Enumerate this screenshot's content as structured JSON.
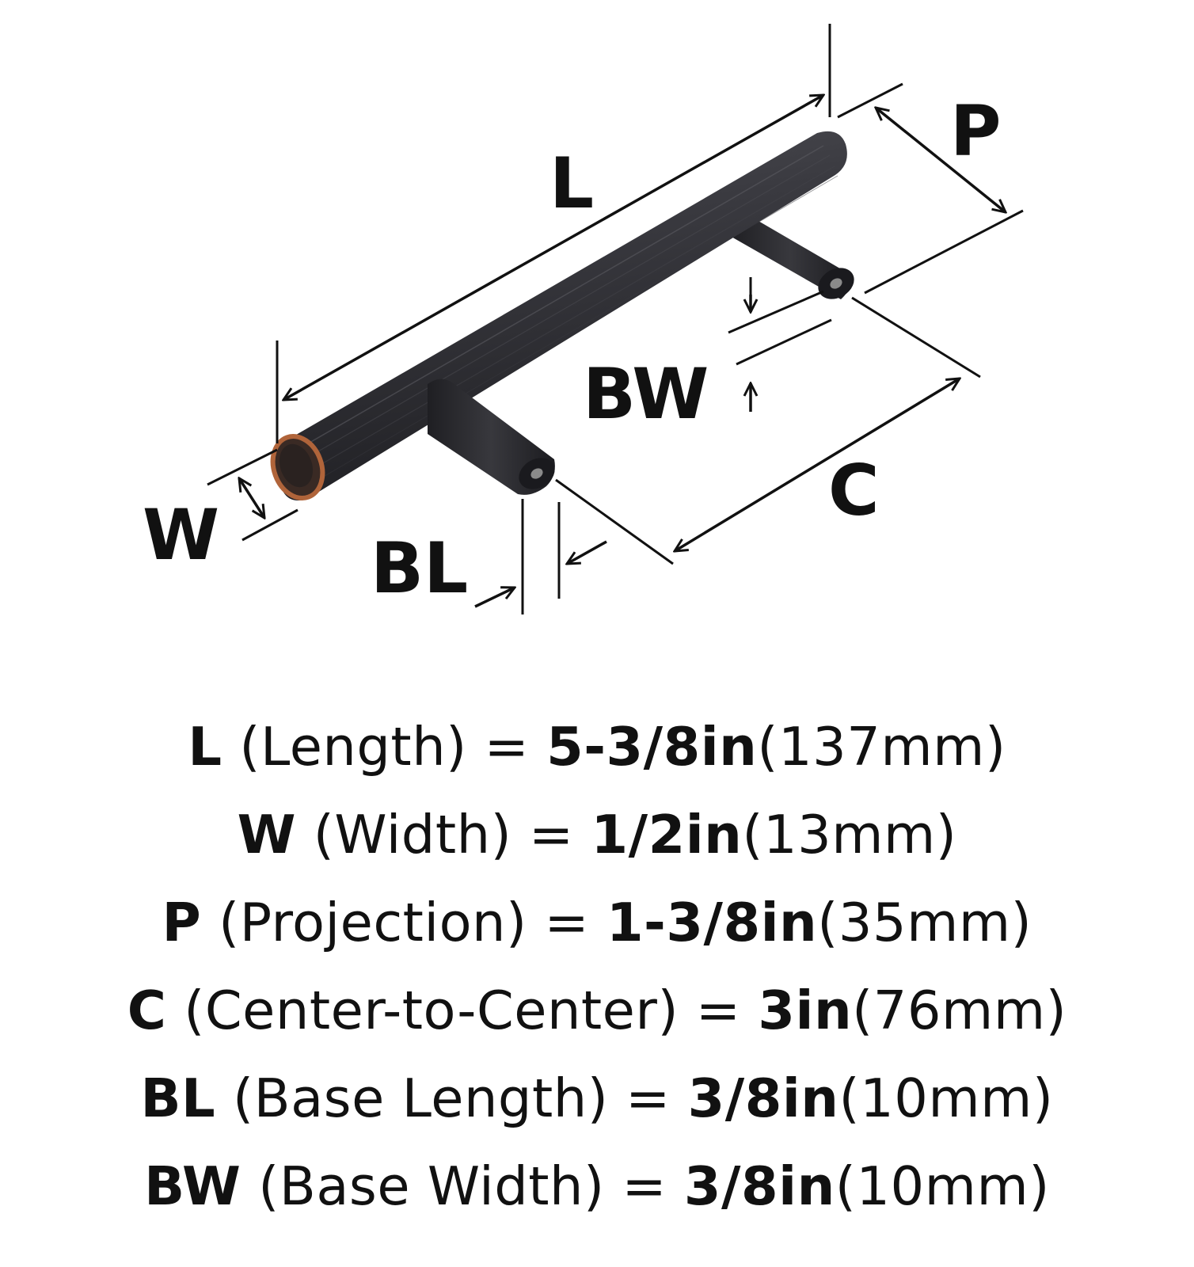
{
  "diagram": {
    "labels": {
      "L": "L",
      "P": "P",
      "BW": "BW",
      "C": "C",
      "W": "W",
      "BL": "BL"
    },
    "colors": {
      "bar_dark": "#2a2a2e",
      "bar_mid": "#3a3a3f",
      "bar_highlight": "#55555b",
      "copper": "#b0643a",
      "ink": "#111111"
    }
  },
  "specs": [
    {
      "key": "L",
      "label": "(Length)",
      "eq": "=",
      "inch": "5-3/8in",
      "mm": "(137mm)"
    },
    {
      "key": "W",
      "label": "(Width)",
      "eq": "=",
      "inch": "1/2in",
      "mm": "(13mm)"
    },
    {
      "key": "P",
      "label": "(Projection)",
      "eq": "=",
      "inch": "1-3/8in",
      "mm": "(35mm)"
    },
    {
      "key": "C",
      "label": "(Center-to-Center)",
      "eq": "=",
      "inch": "3in",
      "mm": "(76mm)"
    },
    {
      "key": "BL",
      "label": "(Base Length)",
      "eq": "=",
      "inch": "3/8in",
      "mm": "(10mm)"
    },
    {
      "key": "BW",
      "label": "(Base Width)",
      "eq": "=",
      "inch": "3/8in",
      "mm": "(10mm)"
    }
  ]
}
